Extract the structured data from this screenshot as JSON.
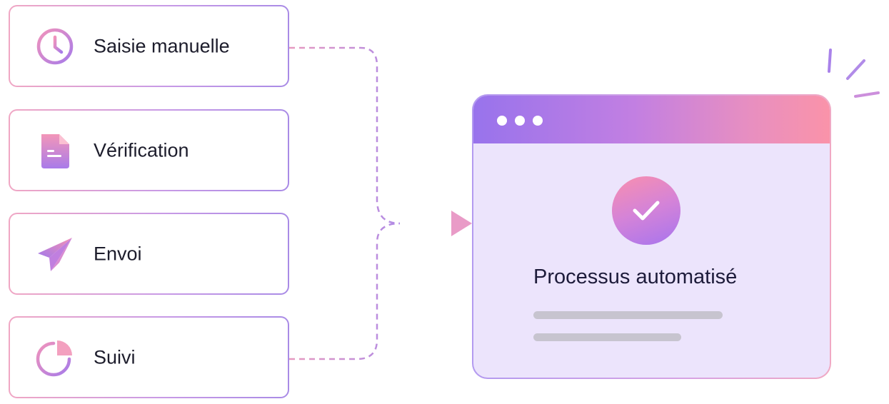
{
  "steps": [
    {
      "label": "Saisie manuelle",
      "icon": "clock-icon"
    },
    {
      "label": "Vérification",
      "icon": "document-icon"
    },
    {
      "label": "Envoi",
      "icon": "paper-plane-icon"
    },
    {
      "label": "Suivi",
      "icon": "pie-chart-icon"
    }
  ],
  "result": {
    "title": "Processus automatisé",
    "icon": "check-icon"
  },
  "colors": {
    "pink": "#f79bb6",
    "purple": "#a57de9",
    "connector": "#c98fd6",
    "window_bg": "#ece4fc"
  }
}
